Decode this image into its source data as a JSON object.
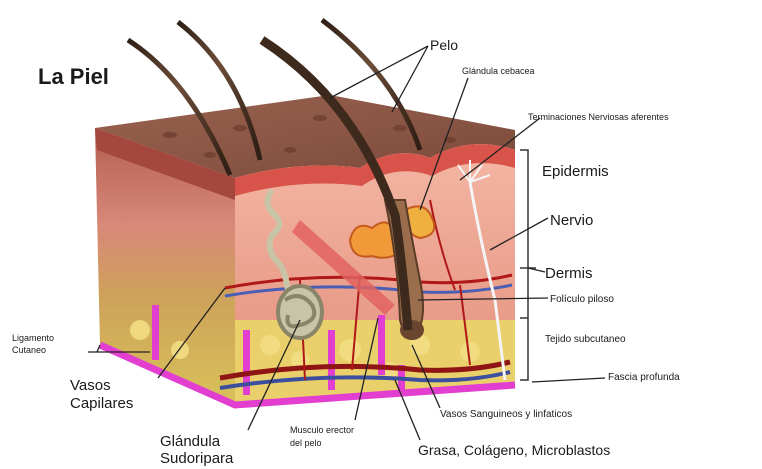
{
  "title": "La Piel",
  "labels": {
    "pelo": "Pelo",
    "glandula_sebacea": "Glándula cebacea",
    "terminaciones": "Terminaciones Nerviosas aferentes",
    "epidermis": "Epidermis",
    "nervio": "Nervio",
    "dermis": "Dermis",
    "foliculo": "Folículo piloso",
    "tejido": "Tejido subcutaneo",
    "fascia": "Fascia profunda",
    "vasos_sanguineos": "Vasos Sanguineos y linfaticos",
    "grasa": "Grasa, Colágeno, Microblastos",
    "musculo_line1": "Musculo erector",
    "musculo_line2": "del pelo",
    "glandula_sud_line1": "Glándula",
    "glandula_sud_line2": "Sudoripara",
    "vasos_cap_line1": "Vasos",
    "vasos_cap_line2": "Capilares",
    "ligamento_line1": "Ligamento",
    "ligamento_line2": "Cutaneo"
  },
  "colors": {
    "epidermis": "#b9604f",
    "skin_top": "#8a5544",
    "dermis": "#e9a08a",
    "subcutaneous": "#e6cf6a",
    "fascia": "#e23fd0",
    "hair": "#4b3527",
    "vessel_red": "#b01818",
    "vessel_blue": "#4a5fb4"
  }
}
